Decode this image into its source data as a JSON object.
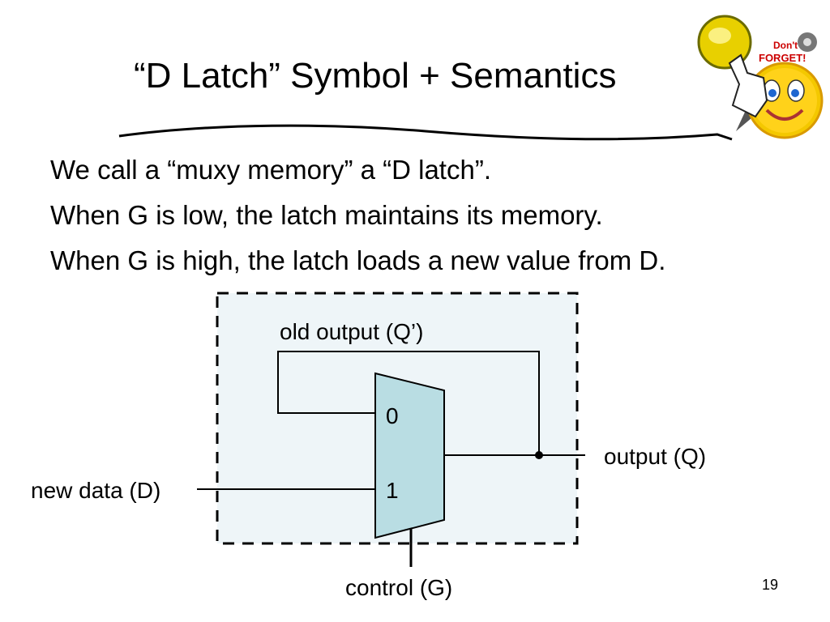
{
  "slide": {
    "title": "“D Latch” Symbol + Semantics",
    "bullets": [
      "We call a “muxy memory” a “D latch”.",
      "When G is low, the latch maintains its memory.",
      "When G is high, the latch loads a new value from D."
    ],
    "page_number": "19"
  },
  "diagram": {
    "mux_input_0": "0",
    "mux_input_1": "1",
    "feedback_label": "old output (Q’)",
    "output_label": "output (Q)",
    "data_input_label": "new data (D)",
    "control_label": "control (G)",
    "colors": {
      "mux_fill": "#b9dde3",
      "box_fill": "#eef5f8",
      "line": "#000000"
    }
  },
  "mascot": {
    "badge_text_1": "Don't",
    "badge_text_2": "FORGET!",
    "icon": "dont-forget-smiley-icon"
  }
}
